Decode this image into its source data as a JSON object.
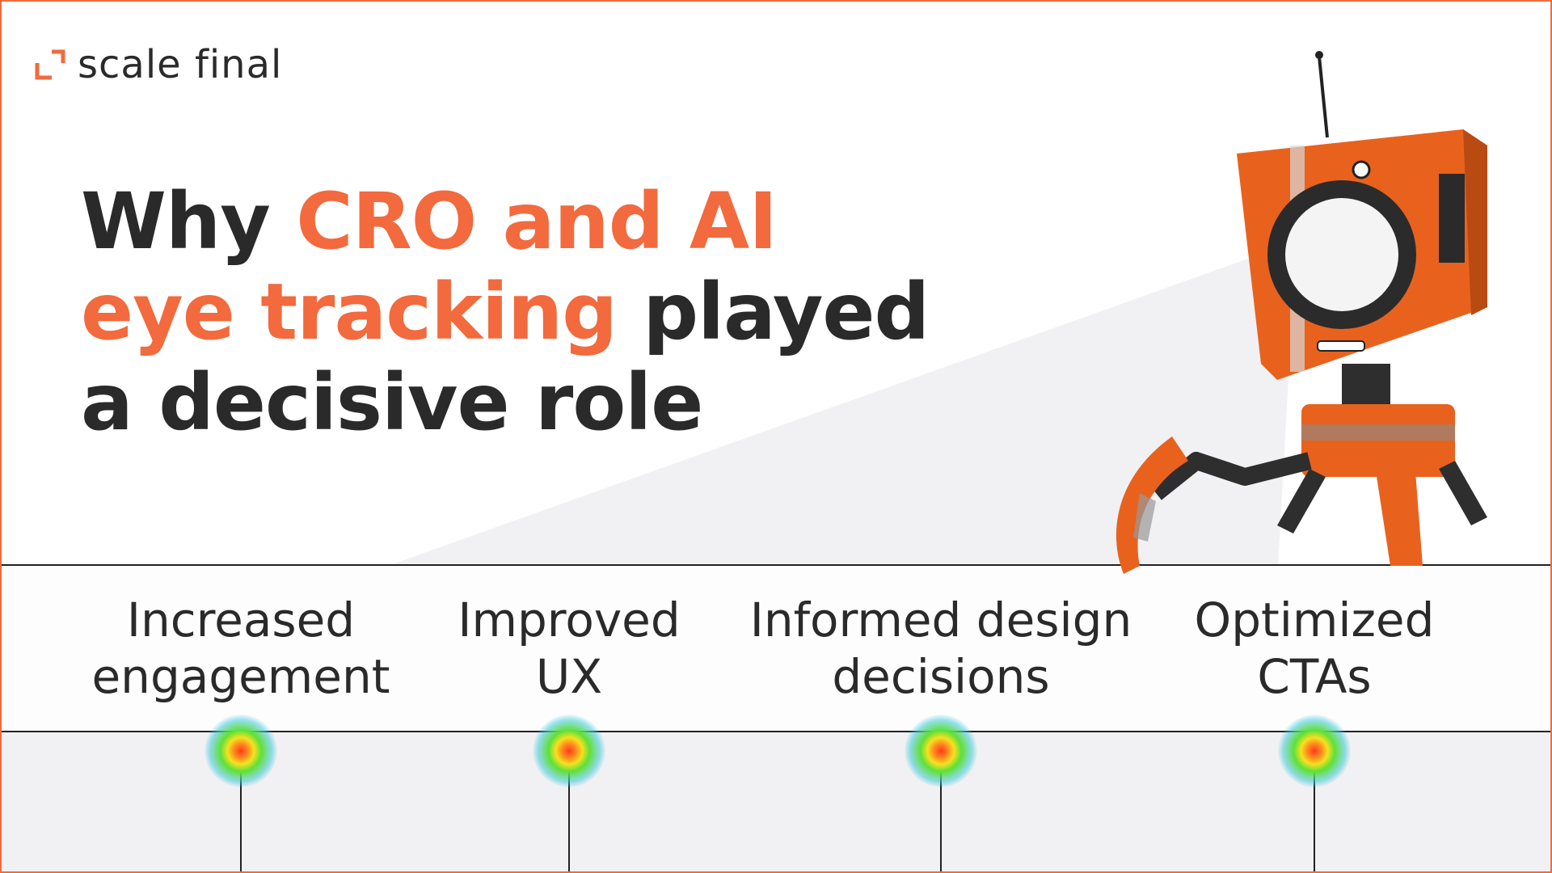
{
  "brand": {
    "name": "scale final",
    "icon": "bracket-logo-icon",
    "color": "#f26a3d"
  },
  "headline": {
    "part1": "Why ",
    "accent1": "CRO and AI",
    "accent2": "eye tracking",
    "part2": " played",
    "part3": "a decisive role"
  },
  "benefits": [
    {
      "line1": "Increased",
      "line2": "engagement"
    },
    {
      "line1": "Improved",
      "line2": "UX"
    },
    {
      "line1": "Informed design",
      "line2": "decisions"
    },
    {
      "line1": "Optimized",
      "line2": "CTAs"
    }
  ],
  "colors": {
    "accent": "#f26a3d",
    "text": "#2a2a2a",
    "lines": "#222222"
  },
  "illustration": {
    "icon": "orange-robot-icon"
  },
  "heatmap": {
    "icon": "heatmap-dot-icon"
  }
}
